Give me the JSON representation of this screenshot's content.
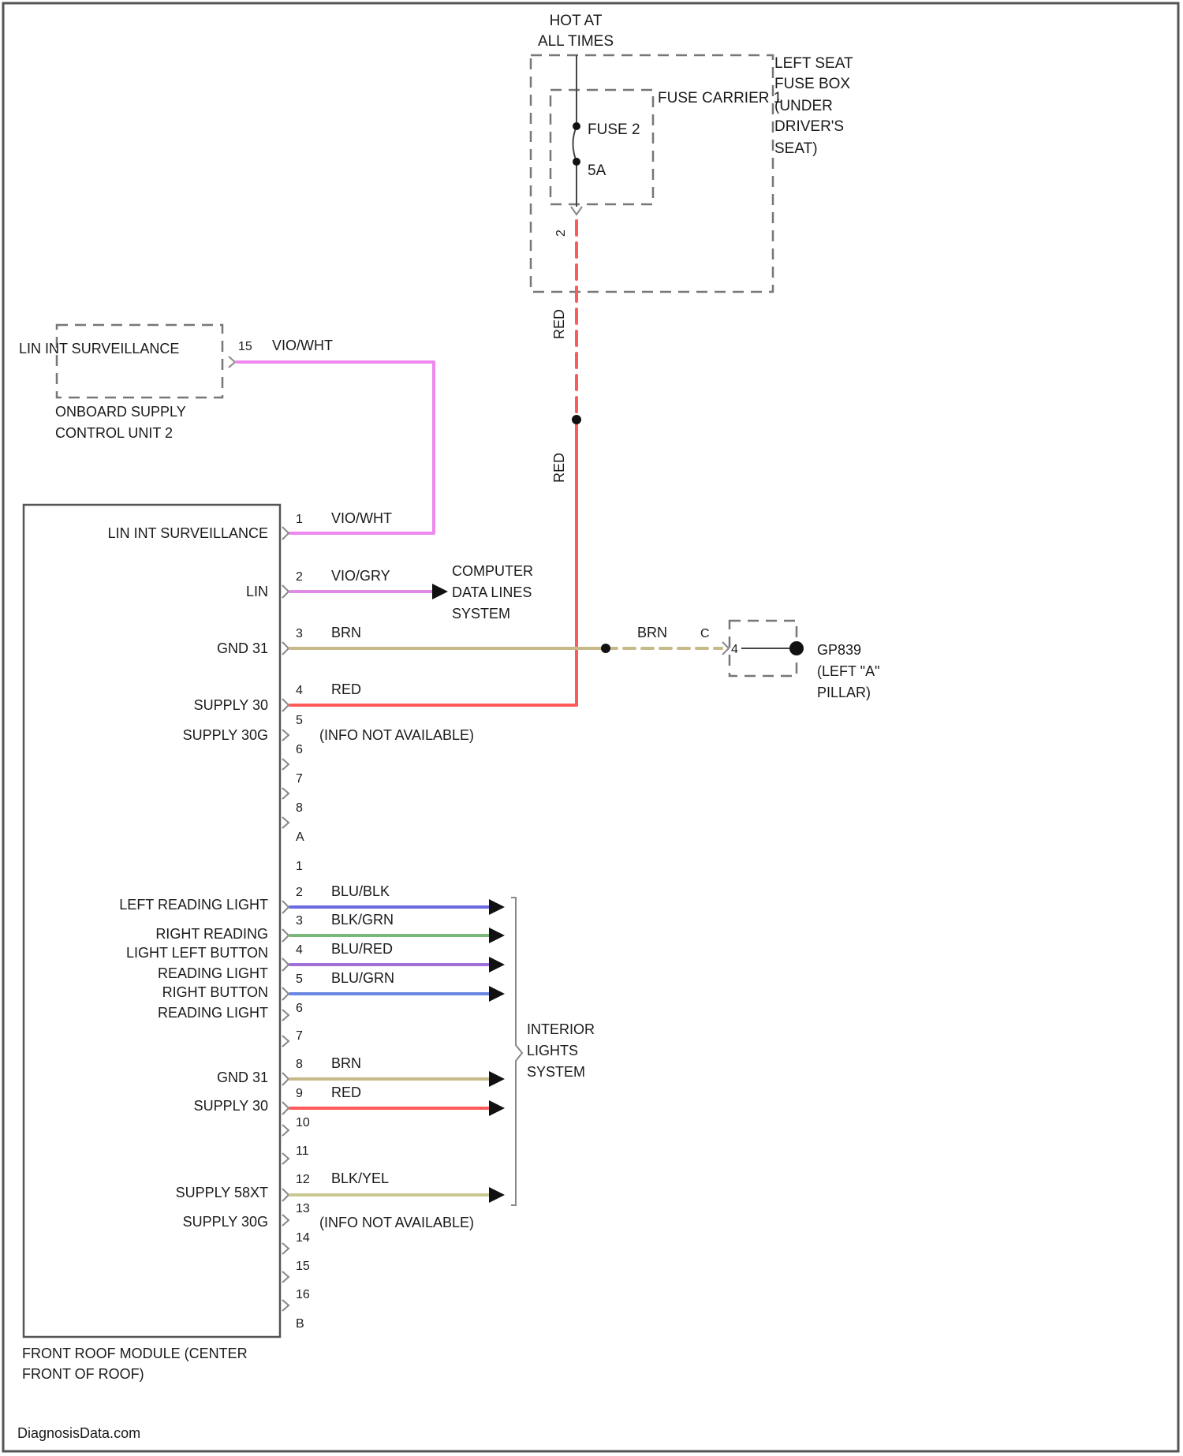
{
  "colors": {
    "vio_wht": "#ee88ee",
    "vio_gry": "#e08ae8",
    "brn": "#c8b98a",
    "red": "#ff5a5a",
    "blu_blk": "#6a6ae0",
    "blk_grn": "#78b878",
    "blu_red": "#a070d8",
    "blu_grn": "#6a86e0",
    "blk_yel": "#c8c890",
    "neutral": "#666666"
  },
  "fuse": {
    "hot_label": [
      "HOT AT",
      "ALL TIMES"
    ],
    "box_label": [
      "LEFT SEAT",
      "FUSE BOX",
      "(UNDER",
      "DRIVER'S",
      "SEAT)"
    ],
    "carrier_label": "FUSE CARRIER 1",
    "fuse_name": "FUSE 2",
    "fuse_rating": "5A",
    "pin": "2"
  },
  "wires": {
    "red": "RED",
    "brn": "BRN"
  },
  "onboard": {
    "connector_label": "LIN INT SURVEILLANCE",
    "pin": "15",
    "wire": "VIO/WHT",
    "unit_name": [
      "ONBOARD SUPPLY",
      "CONTROL UNIT 2"
    ]
  },
  "module": {
    "name": [
      "FRONT ROOF MODULE (CENTER",
      "FRONT OF ROOF)"
    ],
    "connector_a": [
      {
        "pin": "1",
        "label": "LIN INT SURVEILLANCE",
        "wire": "VIO/WHT"
      },
      {
        "pin": "2",
        "label": "LIN",
        "wire": "VIO/GRY"
      },
      {
        "pin": "3",
        "label": "GND 31",
        "wire": "BRN"
      },
      {
        "pin": "4",
        "label": "SUPPLY 30",
        "wire": "RED"
      },
      {
        "pin": "5",
        "label": "SUPPLY 30G",
        "wire": ""
      },
      {
        "pin": "6",
        "label": "",
        "wire": ""
      },
      {
        "pin": "7",
        "label": "",
        "wire": ""
      },
      {
        "pin": "8",
        "label": "",
        "wire": ""
      },
      {
        "pin": "A",
        "label": "",
        "wire": ""
      }
    ],
    "connector_b": [
      {
        "pin": "1",
        "label": "",
        "wire": ""
      },
      {
        "pin": "2",
        "label": "LEFT READING LIGHT",
        "wire": "BLU/BLK"
      },
      {
        "pin": "3",
        "label": "RIGHT READING",
        "wire": "BLK/GRN"
      },
      {
        "pin": "4",
        "label": "LIGHT LEFT BUTTON",
        "wire": "BLU/RED"
      },
      {
        "pin": "5",
        "label": "READING LIGHT",
        "wire": "BLU/GRN"
      },
      {
        "pin": "6",
        "label": "RIGHT BUTTON",
        "wire": ""
      },
      {
        "pin": "7",
        "label": "READING LIGHT",
        "wire": ""
      },
      {
        "pin": "8",
        "label": "GND 31",
        "wire": "BRN"
      },
      {
        "pin": "9",
        "label": "SUPPLY 30",
        "wire": "RED"
      },
      {
        "pin": "10",
        "label": "",
        "wire": ""
      },
      {
        "pin": "11",
        "label": "",
        "wire": ""
      },
      {
        "pin": "12",
        "label": "SUPPLY 58XT",
        "wire": "BLK/YEL"
      },
      {
        "pin": "13",
        "label": "SUPPLY 30G",
        "wire": ""
      },
      {
        "pin": "14",
        "label": "",
        "wire": ""
      },
      {
        "pin": "15",
        "label": "",
        "wire": ""
      },
      {
        "pin": "16",
        "label": "",
        "wire": ""
      },
      {
        "pin": "B",
        "label": "",
        "wire": ""
      }
    ],
    "info_na": "(INFO NOT AVAILABLE)"
  },
  "computer_data": [
    "COMPUTER",
    "DATA LINES",
    "SYSTEM"
  ],
  "interior_lights": [
    "INTERIOR",
    "LIGHTS",
    "SYSTEM"
  ],
  "ground": {
    "pin_c": "C",
    "pin_num": "4",
    "name": "GP839",
    "location": [
      "(LEFT \"A\"",
      "PILLAR)"
    ]
  },
  "watermark": "DiagnosisData.com"
}
